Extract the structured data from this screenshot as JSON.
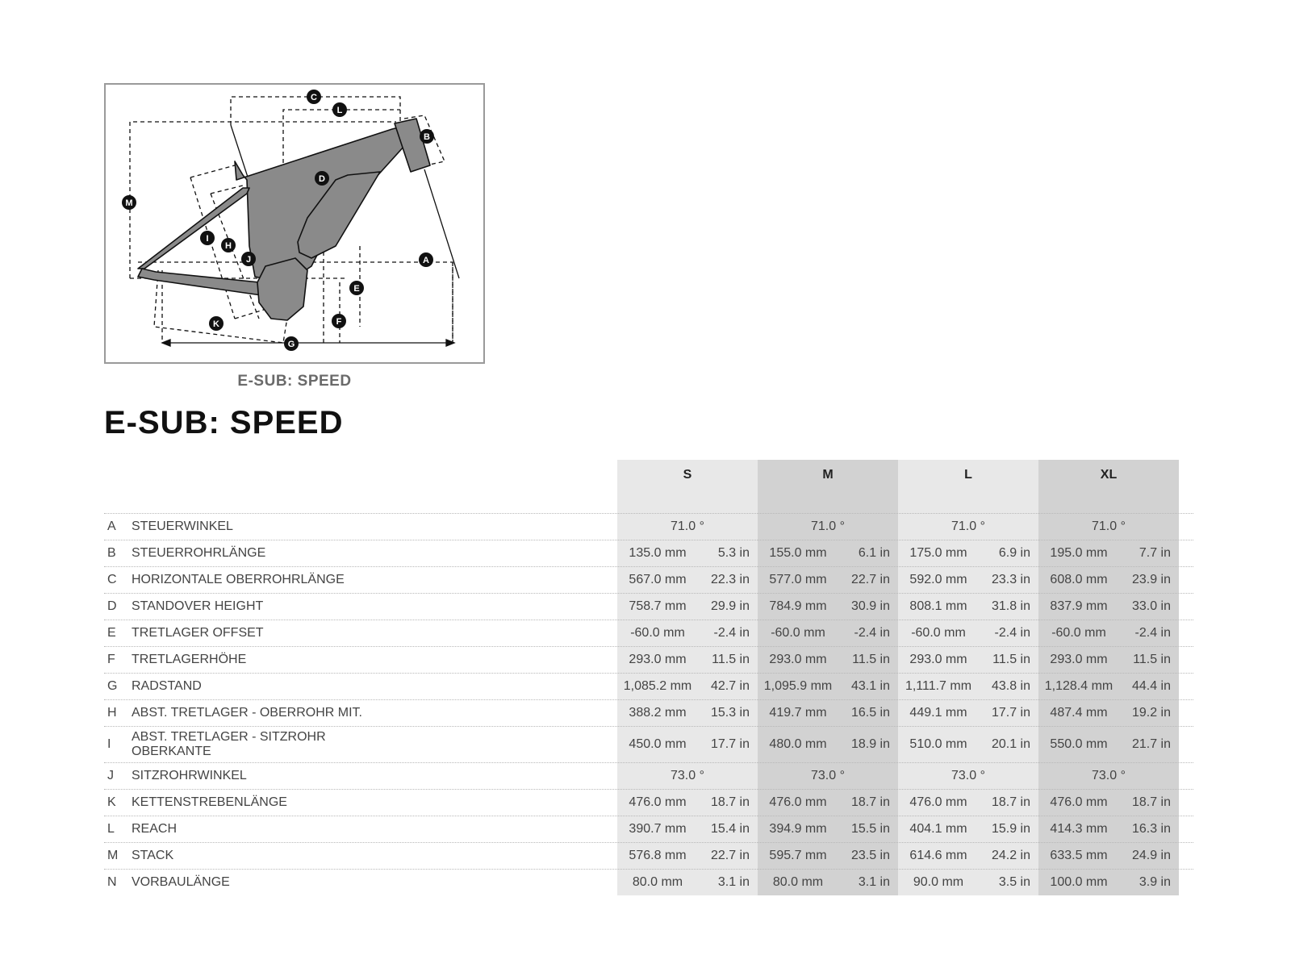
{
  "diagram": {
    "caption": "E-SUB: SPEED",
    "markers": [
      "A",
      "B",
      "C",
      "D",
      "E",
      "F",
      "G",
      "H",
      "I",
      "J",
      "K",
      "L",
      "M"
    ],
    "frame_color": "#8a8a8a",
    "marker_color": "#111111"
  },
  "page_title": "E-SUB: SPEED",
  "table": {
    "sizes": [
      "S",
      "M",
      "L",
      "XL"
    ],
    "column_colors": [
      "#e8e8e8",
      "#d2d2d2",
      "#e8e8e8",
      "#d2d2d2"
    ],
    "rows": [
      {
        "letter": "A",
        "label": "STEUERWINKEL",
        "type": "deg",
        "values": [
          {
            "v": "71.0 °"
          },
          {
            "v": "71.0 °"
          },
          {
            "v": "71.0 °"
          },
          {
            "v": "71.0 °"
          }
        ]
      },
      {
        "letter": "B",
        "label": "STEUERROHRLÄNGE",
        "values": [
          {
            "mm": "135.0 mm",
            "in": "5.3 in"
          },
          {
            "mm": "155.0 mm",
            "in": "6.1 in"
          },
          {
            "mm": "175.0 mm",
            "in": "6.9 in"
          },
          {
            "mm": "195.0 mm",
            "in": "7.7 in"
          }
        ]
      },
      {
        "letter": "C",
        "label": "HORIZONTALE OBERROHRLÄNGE",
        "values": [
          {
            "mm": "567.0 mm",
            "in": "22.3 in"
          },
          {
            "mm": "577.0 mm",
            "in": "22.7 in"
          },
          {
            "mm": "592.0 mm",
            "in": "23.3 in"
          },
          {
            "mm": "608.0 mm",
            "in": "23.9 in"
          }
        ]
      },
      {
        "letter": "D",
        "label": "STANDOVER HEIGHT",
        "values": [
          {
            "mm": "758.7 mm",
            "in": "29.9 in"
          },
          {
            "mm": "784.9 mm",
            "in": "30.9 in"
          },
          {
            "mm": "808.1 mm",
            "in": "31.8 in"
          },
          {
            "mm": "837.9 mm",
            "in": "33.0 in"
          }
        ]
      },
      {
        "letter": "E",
        "label": "TRETLAGER OFFSET",
        "values": [
          {
            "mm": "-60.0 mm",
            "in": "-2.4 in"
          },
          {
            "mm": "-60.0 mm",
            "in": "-2.4 in"
          },
          {
            "mm": "-60.0 mm",
            "in": "-2.4 in"
          },
          {
            "mm": "-60.0 mm",
            "in": "-2.4 in"
          }
        ]
      },
      {
        "letter": "F",
        "label": "TRETLAGERHÖHE",
        "values": [
          {
            "mm": "293.0 mm",
            "in": "11.5 in"
          },
          {
            "mm": "293.0 mm",
            "in": "11.5 in"
          },
          {
            "mm": "293.0 mm",
            "in": "11.5 in"
          },
          {
            "mm": "293.0 mm",
            "in": "11.5 in"
          }
        ]
      },
      {
        "letter": "G",
        "label": "RADSTAND",
        "values": [
          {
            "mm": "1,085.2 mm",
            "in": "42.7 in"
          },
          {
            "mm": "1,095.9 mm",
            "in": "43.1 in"
          },
          {
            "mm": "1,111.7 mm",
            "in": "43.8 in"
          },
          {
            "mm": "1,128.4 mm",
            "in": "44.4 in"
          }
        ]
      },
      {
        "letter": "H",
        "label": "ABST. TRETLAGER - OBERROHR MIT.",
        "values": [
          {
            "mm": "388.2 mm",
            "in": "15.3 in"
          },
          {
            "mm": "419.7 mm",
            "in": "16.5 in"
          },
          {
            "mm": "449.1 mm",
            "in": "17.7 in"
          },
          {
            "mm": "487.4 mm",
            "in": "19.2 in"
          }
        ]
      },
      {
        "letter": "I",
        "label": "ABST. TRETLAGER - SITZROHR OBERKANTE",
        "tall": true,
        "values": [
          {
            "mm": "450.0 mm",
            "in": "17.7 in"
          },
          {
            "mm": "480.0 mm",
            "in": "18.9 in"
          },
          {
            "mm": "510.0 mm",
            "in": "20.1 in"
          },
          {
            "mm": "550.0 mm",
            "in": "21.7 in"
          }
        ]
      },
      {
        "letter": "J",
        "label": "SITZROHRWINKEL",
        "type": "deg",
        "values": [
          {
            "v": "73.0 °"
          },
          {
            "v": "73.0 °"
          },
          {
            "v": "73.0 °"
          },
          {
            "v": "73.0 °"
          }
        ]
      },
      {
        "letter": "K",
        "label": "KETTENSTREBENLÄNGE",
        "values": [
          {
            "mm": "476.0 mm",
            "in": "18.7 in"
          },
          {
            "mm": "476.0 mm",
            "in": "18.7 in"
          },
          {
            "mm": "476.0 mm",
            "in": "18.7 in"
          },
          {
            "mm": "476.0 mm",
            "in": "18.7 in"
          }
        ]
      },
      {
        "letter": "L",
        "label": "REACH",
        "values": [
          {
            "mm": "390.7 mm",
            "in": "15.4 in"
          },
          {
            "mm": "394.9 mm",
            "in": "15.5 in"
          },
          {
            "mm": "404.1 mm",
            "in": "15.9 in"
          },
          {
            "mm": "414.3 mm",
            "in": "16.3 in"
          }
        ]
      },
      {
        "letter": "M",
        "label": "STACK",
        "values": [
          {
            "mm": "576.8 mm",
            "in": "22.7 in"
          },
          {
            "mm": "595.7 mm",
            "in": "23.5 in"
          },
          {
            "mm": "614.6 mm",
            "in": "24.2 in"
          },
          {
            "mm": "633.5 mm",
            "in": "24.9 in"
          }
        ]
      },
      {
        "letter": "N",
        "label": "VORBAULÄNGE",
        "values": [
          {
            "mm": "80.0 mm",
            "in": "3.1 in"
          },
          {
            "mm": "80.0 mm",
            "in": "3.1 in"
          },
          {
            "mm": "90.0 mm",
            "in": "3.5 in"
          },
          {
            "mm": "100.0 mm",
            "in": "3.9 in"
          }
        ]
      }
    ]
  }
}
